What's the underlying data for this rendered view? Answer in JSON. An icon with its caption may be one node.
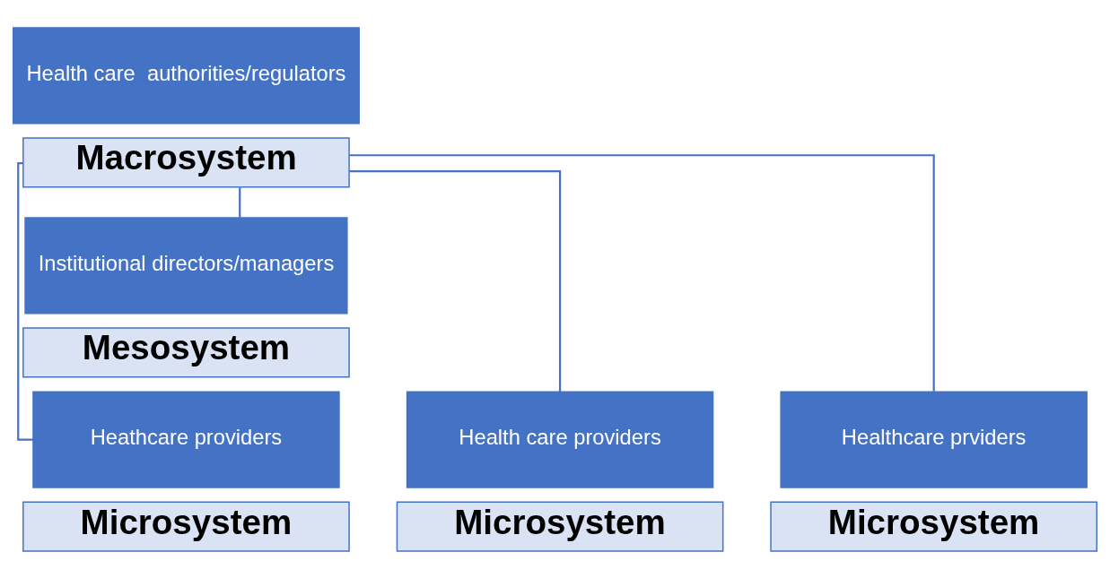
{
  "diagram": {
    "nodes": [
      {
        "text": [
          "Health care  authorities/regulators"
        ]
      },
      {
        "text": [
          "Macrosystem"
        ]
      },
      {
        "text": [
          "Institutional directors/managers"
        ]
      },
      {
        "text": [
          "Mesosystem"
        ]
      },
      {
        "text": [
          "Heathcare providers"
        ]
      },
      {
        "text": [
          "Microsystem"
        ]
      },
      {
        "text": [
          "Health care providers"
        ]
      },
      {
        "text": [
          "Microsystem"
        ]
      },
      {
        "text": [
          "Healthcare prviders"
        ]
      },
      {
        "text": [
          "Microsystem"
        ]
      }
    ],
    "edges": [
      {
        "from": 1,
        "to": 2,
        "arrow": "none"
      },
      {
        "from": 1,
        "to": 4,
        "arrow": "none"
      },
      {
        "from": 1,
        "to": 6,
        "arrow": "none"
      },
      {
        "from": 1,
        "to": 8,
        "arrow": "none"
      }
    ]
  }
}
